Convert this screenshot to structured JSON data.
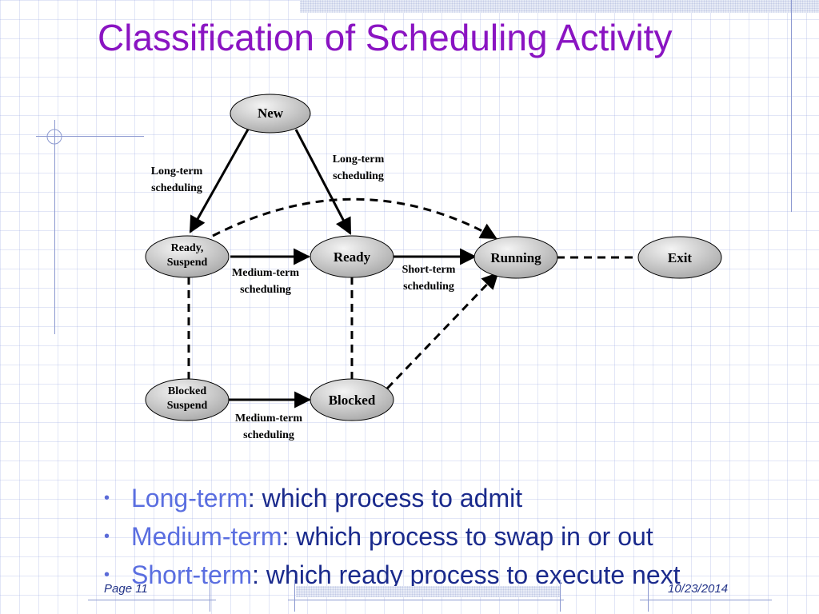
{
  "slide": {
    "title": "Classification of Scheduling Activity",
    "page": "Page 11",
    "date": "10/23/2014"
  },
  "diagram": {
    "nodes": {
      "new": "New",
      "ready_suspend": [
        "Ready,",
        "Suspend"
      ],
      "ready": "Ready",
      "running": "Running",
      "exit": "Exit",
      "blocked_suspend": [
        "Blocked",
        "Suspend"
      ],
      "blocked": "Blocked"
    },
    "labels": {
      "lt_left": [
        "Long-term",
        "scheduling"
      ],
      "lt_right": [
        "Long-term",
        "scheduling"
      ],
      "mt_top": [
        "Medium-term",
        "scheduling"
      ],
      "st": [
        "Short-term",
        "scheduling"
      ],
      "mt_bottom": [
        "Medium-term",
        "scheduling"
      ]
    },
    "colors": {
      "node_light": "#f4f4f4",
      "node_dark": "#a8a8a8",
      "line": "#000000"
    }
  },
  "bullets": [
    {
      "term": "Long-term",
      "desc": ": which process to admit"
    },
    {
      "term": "Medium-term",
      "desc": ": which process to swap in or out"
    },
    {
      "term": "Short-term",
      "desc": ": which ready process to execute next"
    }
  ]
}
